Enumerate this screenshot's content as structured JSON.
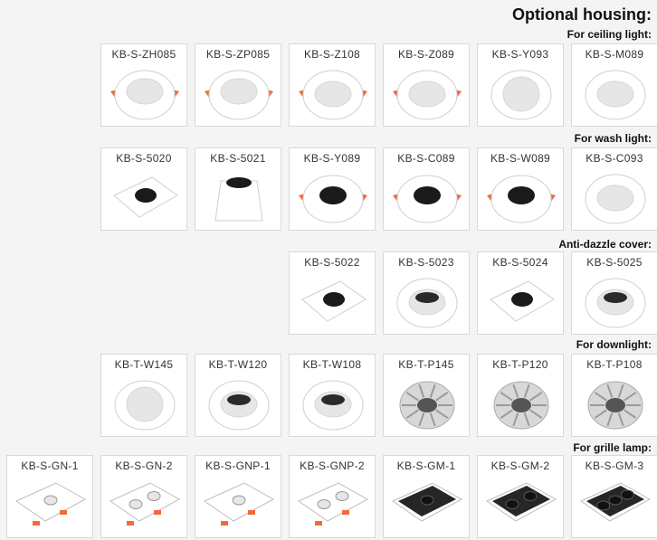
{
  "title": "Optional housing:",
  "sections": {
    "ceiling": "For ceiling light:",
    "wash": "For wash light:",
    "antidazzle": "Anti-dazzle cover:",
    "downlight": "For downlight:",
    "grille": "For grille lamp:"
  },
  "rows": [
    [
      "KB-S-ZH085",
      "KB-S-ZP085",
      "KB-S-Z108",
      "KB-S-Z089",
      "KB-S-Y093",
      "KB-S-M089"
    ],
    [
      "KB-S-5020",
      "KB-S-5021",
      "KB-S-Y089",
      "KB-S-C089",
      "KB-S-W089",
      "KB-S-C093"
    ],
    [
      "KB-S-5022",
      "KB-S-5023",
      "KB-S-5024",
      "KB-S-5025"
    ],
    [
      "KB-T-W145",
      "KB-T-W120",
      "KB-T-W108",
      "KB-T-P145",
      "KB-T-P120",
      "KB-T-P108"
    ],
    [
      "KB-S-GN-1",
      "KB-S-GN-2",
      "KB-S-GNP-1",
      "KB-S-GNP-2",
      "KB-S-GM-1",
      "KB-S-GM-2",
      "KB-S-GM-3"
    ]
  ],
  "colors": {
    "clip": "#f06a3a",
    "housing": "#ffffff",
    "inner": "#e6e6e6",
    "dark": "#1a1a1a",
    "metal": "#9a9a9a"
  }
}
